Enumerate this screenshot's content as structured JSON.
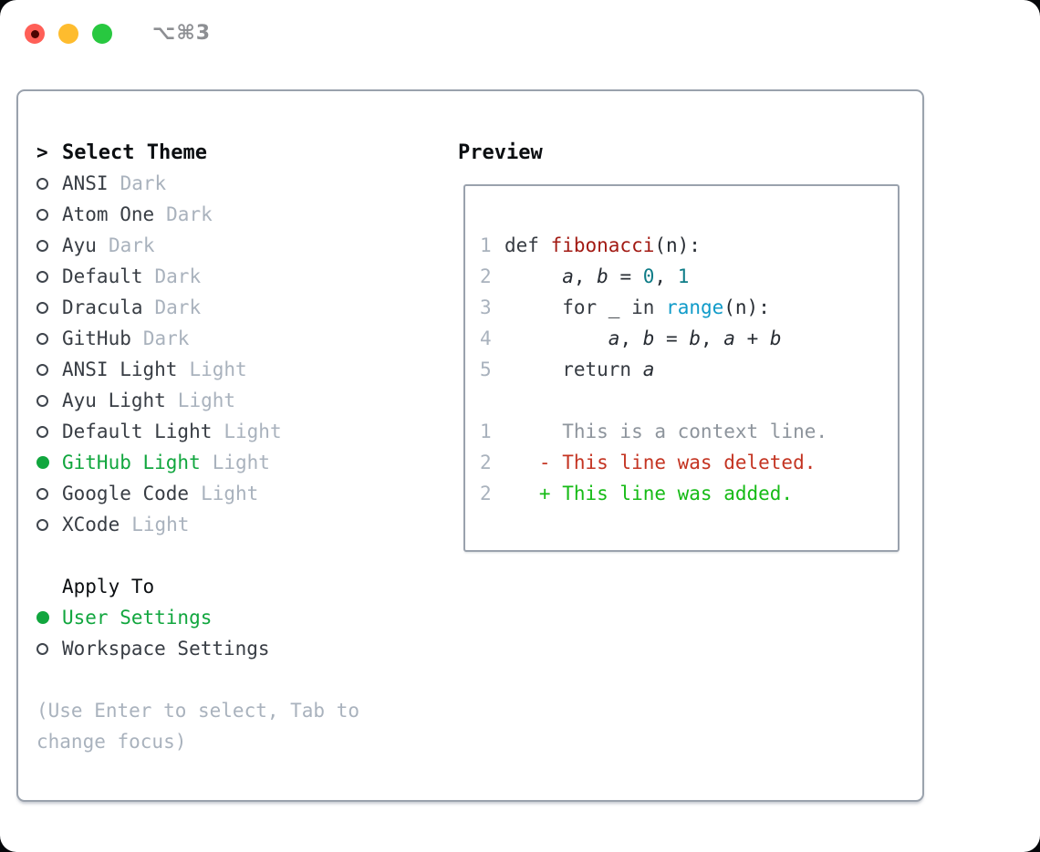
{
  "window": {
    "title": "⌥⌘3"
  },
  "theme_panel": {
    "prompt": ">",
    "header": "Select Theme",
    "themes": [
      {
        "name": "ANSI",
        "variant": "Dark",
        "selected": false
      },
      {
        "name": "Atom One",
        "variant": "Dark",
        "selected": false
      },
      {
        "name": "Ayu",
        "variant": "Dark",
        "selected": false
      },
      {
        "name": "Default",
        "variant": "Dark",
        "selected": false
      },
      {
        "name": "Dracula",
        "variant": "Dark",
        "selected": false
      },
      {
        "name": "GitHub",
        "variant": "Dark",
        "selected": false
      },
      {
        "name": "ANSI Light",
        "variant": "Light",
        "selected": false
      },
      {
        "name": "Ayu Light",
        "variant": "Light",
        "selected": false
      },
      {
        "name": "Default Light",
        "variant": "Light",
        "selected": false
      },
      {
        "name": "GitHub Light",
        "variant": "Light",
        "selected": true
      },
      {
        "name": "Google Code",
        "variant": "Light",
        "selected": false
      },
      {
        "name": "XCode",
        "variant": "Light",
        "selected": false
      }
    ],
    "apply_to": {
      "header": "Apply To",
      "options": [
        {
          "label": "User Settings",
          "selected": true
        },
        {
          "label": "Workspace Settings",
          "selected": false
        }
      ]
    },
    "hint": "(Use Enter to select, Tab to change focus)"
  },
  "preview": {
    "header": "Preview",
    "code_lines": [
      {
        "number": "1",
        "segments": [
          {
            "text": "def ",
            "style": "kw"
          },
          {
            "text": "fibonacci",
            "style": "fn"
          },
          {
            "text": "(n):",
            "style": "plain"
          }
        ]
      },
      {
        "number": "2",
        "segments": [
          {
            "text": "     ",
            "style": "plain"
          },
          {
            "text": "a",
            "style": "var"
          },
          {
            "text": ", ",
            "style": "plain"
          },
          {
            "text": "b",
            "style": "var"
          },
          {
            "text": " = ",
            "style": "plain"
          },
          {
            "text": "0",
            "style": "num"
          },
          {
            "text": ", ",
            "style": "plain"
          },
          {
            "text": "1",
            "style": "num"
          }
        ]
      },
      {
        "number": "3",
        "segments": [
          {
            "text": "     ",
            "style": "plain"
          },
          {
            "text": "for",
            "style": "kw"
          },
          {
            "text": " _ ",
            "style": "plain"
          },
          {
            "text": "in",
            "style": "kw"
          },
          {
            "text": " ",
            "style": "plain"
          },
          {
            "text": "range",
            "style": "call"
          },
          {
            "text": "(n):",
            "style": "plain"
          }
        ]
      },
      {
        "number": "4",
        "segments": [
          {
            "text": "         ",
            "style": "plain"
          },
          {
            "text": "a",
            "style": "var"
          },
          {
            "text": ", ",
            "style": "plain"
          },
          {
            "text": "b",
            "style": "var"
          },
          {
            "text": " = ",
            "style": "plain"
          },
          {
            "text": "b",
            "style": "var"
          },
          {
            "text": ", ",
            "style": "plain"
          },
          {
            "text": "a",
            "style": "var"
          },
          {
            "text": " + ",
            "style": "plain"
          },
          {
            "text": "b",
            "style": "var"
          }
        ]
      },
      {
        "number": "5",
        "segments": [
          {
            "text": "     ",
            "style": "plain"
          },
          {
            "text": "return",
            "style": "kw"
          },
          {
            "text": " ",
            "style": "plain"
          },
          {
            "text": "a",
            "style": "var"
          }
        ]
      }
    ],
    "diff_lines": [
      {
        "number": "1",
        "segments": [
          {
            "text": "     This is a context line.",
            "style": "context"
          }
        ]
      },
      {
        "number": "2",
        "segments": [
          {
            "text": "   - This line was deleted.",
            "style": "deleted"
          }
        ]
      },
      {
        "number": "2",
        "segments": [
          {
            "text": "   + This line was added.",
            "style": "added"
          }
        ]
      }
    ]
  },
  "colors": {
    "accent_green": "#11a63e",
    "added_green": "#16bb16",
    "deleted_red": "#c43422",
    "function_red": "#a21a13",
    "number_teal": "#0e7c87",
    "builtin_blue": "#109bc9",
    "muted_gray": "#a9b2bd",
    "context_gray": "#8d949c",
    "text_dark": "#383d44",
    "panel_border": "#9aa2ad",
    "traffic_red": "#ff5f57",
    "traffic_yellow": "#febc2e",
    "traffic_green": "#28c840",
    "title_gray": "#8d8f93"
  }
}
